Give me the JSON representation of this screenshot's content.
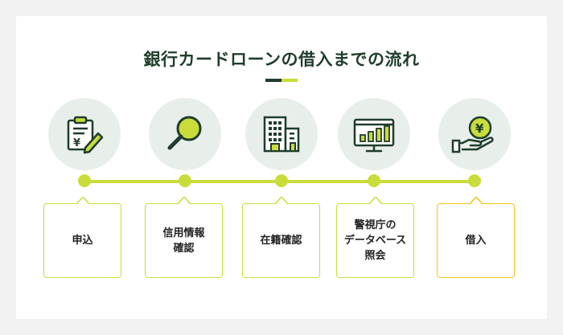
{
  "title": "銀行カードローンの借入までの流れ",
  "steps": [
    {
      "label": "申込",
      "icon": "application-form-icon"
    },
    {
      "label": "信用情報\n確認",
      "icon": "magnifier-icon"
    },
    {
      "label": "在籍確認",
      "icon": "office-building-icon"
    },
    {
      "label": "警視庁の\nデータベース\n照会",
      "icon": "monitor-chart-icon"
    },
    {
      "label": "借入",
      "icon": "yen-coin-hand-icon"
    }
  ],
  "colors": {
    "accent_green": "#c9dc3a",
    "dark_green": "#1f3d2c",
    "final_yellow": "#f3c318",
    "icon_bg": "#e8eeea"
  }
}
